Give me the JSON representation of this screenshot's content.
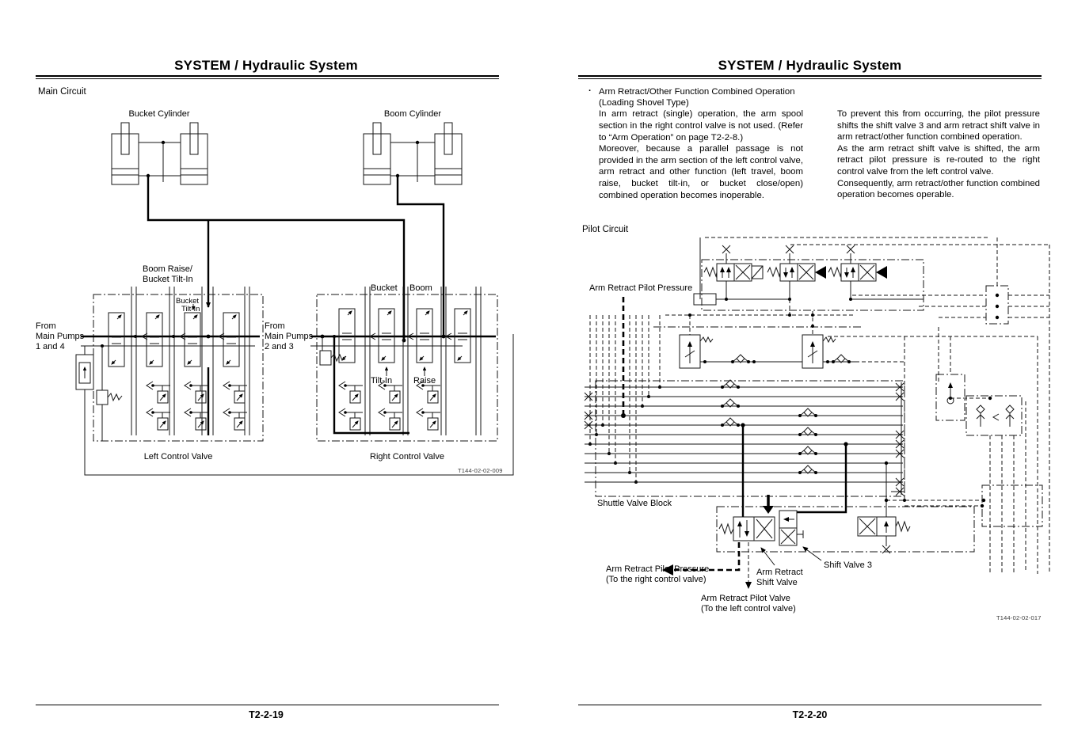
{
  "page_left": {
    "header_title": "SYSTEM / Hydraulic System",
    "section_label": "Main Circuit",
    "figure_code": "T144-02-02-009",
    "page_number": "T2-2-19",
    "diagram": {
      "bucket_cylinder": "Bucket Cylinder",
      "boom_cylinder": "Boom Cylinder",
      "boom_raise_1": "Boom Raise/",
      "boom_raise_2": "Bucket Tilt-In",
      "bucket_tilt_small_1": "Bucket",
      "bucket_tilt_small_2": "Tilt-In",
      "from_pumps_14_1": "From",
      "from_pumps_14_2": "Main Pumps",
      "from_pumps_14_3": "1 and 4",
      "from_pumps_23_1": "From",
      "from_pumps_23_2": "Main Pumps",
      "from_pumps_23_3": "2 and 3",
      "bucket": "Bucket",
      "boom": "Boom",
      "tilt_in": "Tilt-In",
      "raise": "Raise",
      "left_control_valve": "Left Control Valve",
      "right_control_valve": "Right Control Valve"
    }
  },
  "page_right": {
    "header_title": "SYSTEM / Hydraulic System",
    "page_number": "T2-2-20",
    "figure_code": "T144-02-02-017",
    "section_label": "Pilot Circuit",
    "intro": {
      "bullet": "·",
      "title_1": "Arm Retract/Other Function Combined Operation",
      "title_2": "(Loading Shovel Type)",
      "col1_p1": "In arm retract (single) operation, the arm spool section in the right control valve is not used. (Refer to “Arm Operation” on page T2-2-8.)",
      "col1_p2": "Moreover, because a parallel passage is not provided in the arm section of the left control valve, arm retract and other function (left travel, boom raise, bucket tilt-in, or bucket close/open) combined operation becomes inoperable.",
      "col2_p1": "To prevent this from occurring, the pilot pressure shifts the shift valve 3 and arm retract shift valve in arm retract/other function combined operation.",
      "col2_p2": "As the arm retract shift valve is shifted, the arm retract pilot pressure is re-routed to the right control valve from the left control valve.",
      "col2_p3": "Consequently, arm retract/other function combined operation becomes operable."
    },
    "diagram": {
      "arm_retract_pilot_pressure": "Arm Retract Pilot Pressure",
      "shuttle_valve_block": "Shuttle Valve Block",
      "shift_valve_3": "Shift Valve 3",
      "arm_retract_shift_valve_1": "Arm Retract",
      "arm_retract_shift_valve_2": "Shift Valve",
      "arpp_to_right_1": "Arm Retract Pilot Pressure",
      "arpp_to_right_2": "(To the right control valve)",
      "arpv_to_left_1": "Arm Retract Pilot Valve",
      "arpv_to_left_2": "(To the left control valve)"
    }
  }
}
